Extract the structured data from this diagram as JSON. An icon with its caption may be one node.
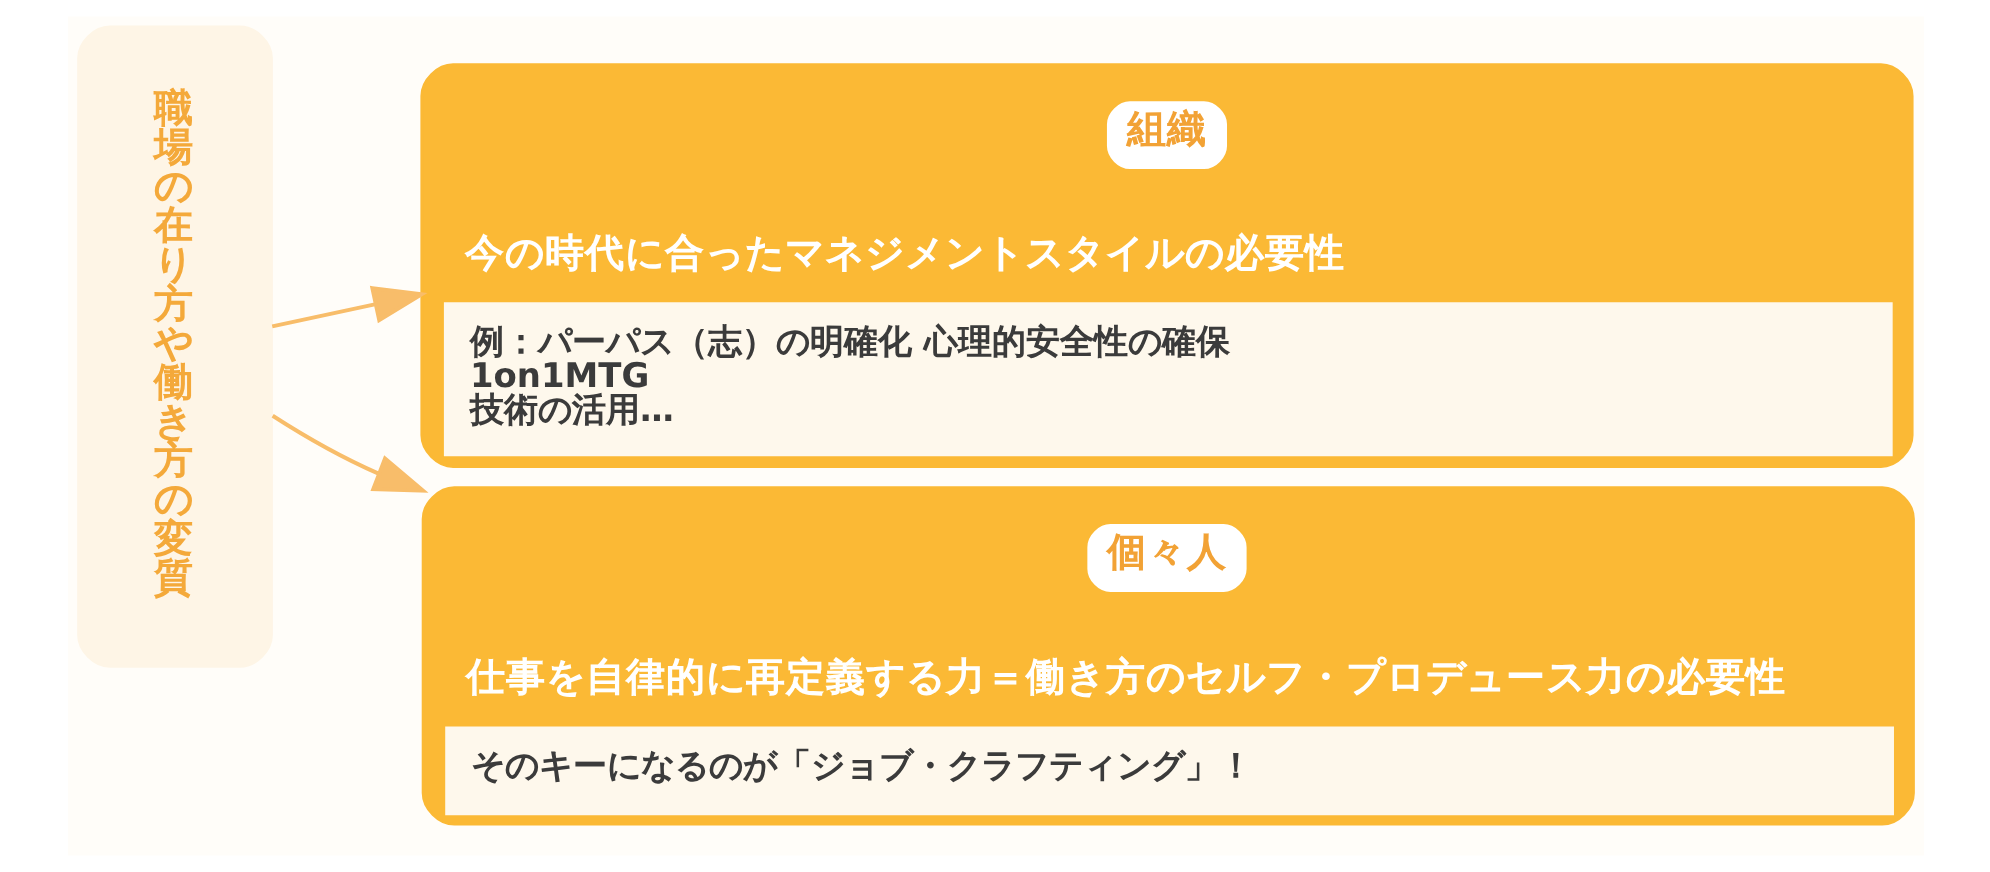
{
  "diagram": {
    "nodes": [
      {
        "text": [
          "職場の在り方や働き方の変質"
        ]
      },
      {
        "text": [
          "今の時代に合ったマネジメントスタイルの必要性",
          "例：パーパス（志）の明確化 心理的安全性の確保",
          "1on1MTG",
          "技術の活用…"
        ]
      },
      {
        "text": [
          "組織"
        ],
        "in": 1
      },
      {
        "text": [
          "仕事を自律的に再定義する力＝働き方のセルフ・プロデュース力の必要性",
          "そのキーになるのが「ジョブ・クラフティング」！"
        ]
      },
      {
        "text": [
          "個々人"
        ],
        "in": 3
      }
    ],
    "edges": [
      {
        "from": 0,
        "to": 1,
        "arrow": "to"
      },
      {
        "from": 0,
        "to": 3,
        "arrow": "to"
      }
    ]
  }
}
